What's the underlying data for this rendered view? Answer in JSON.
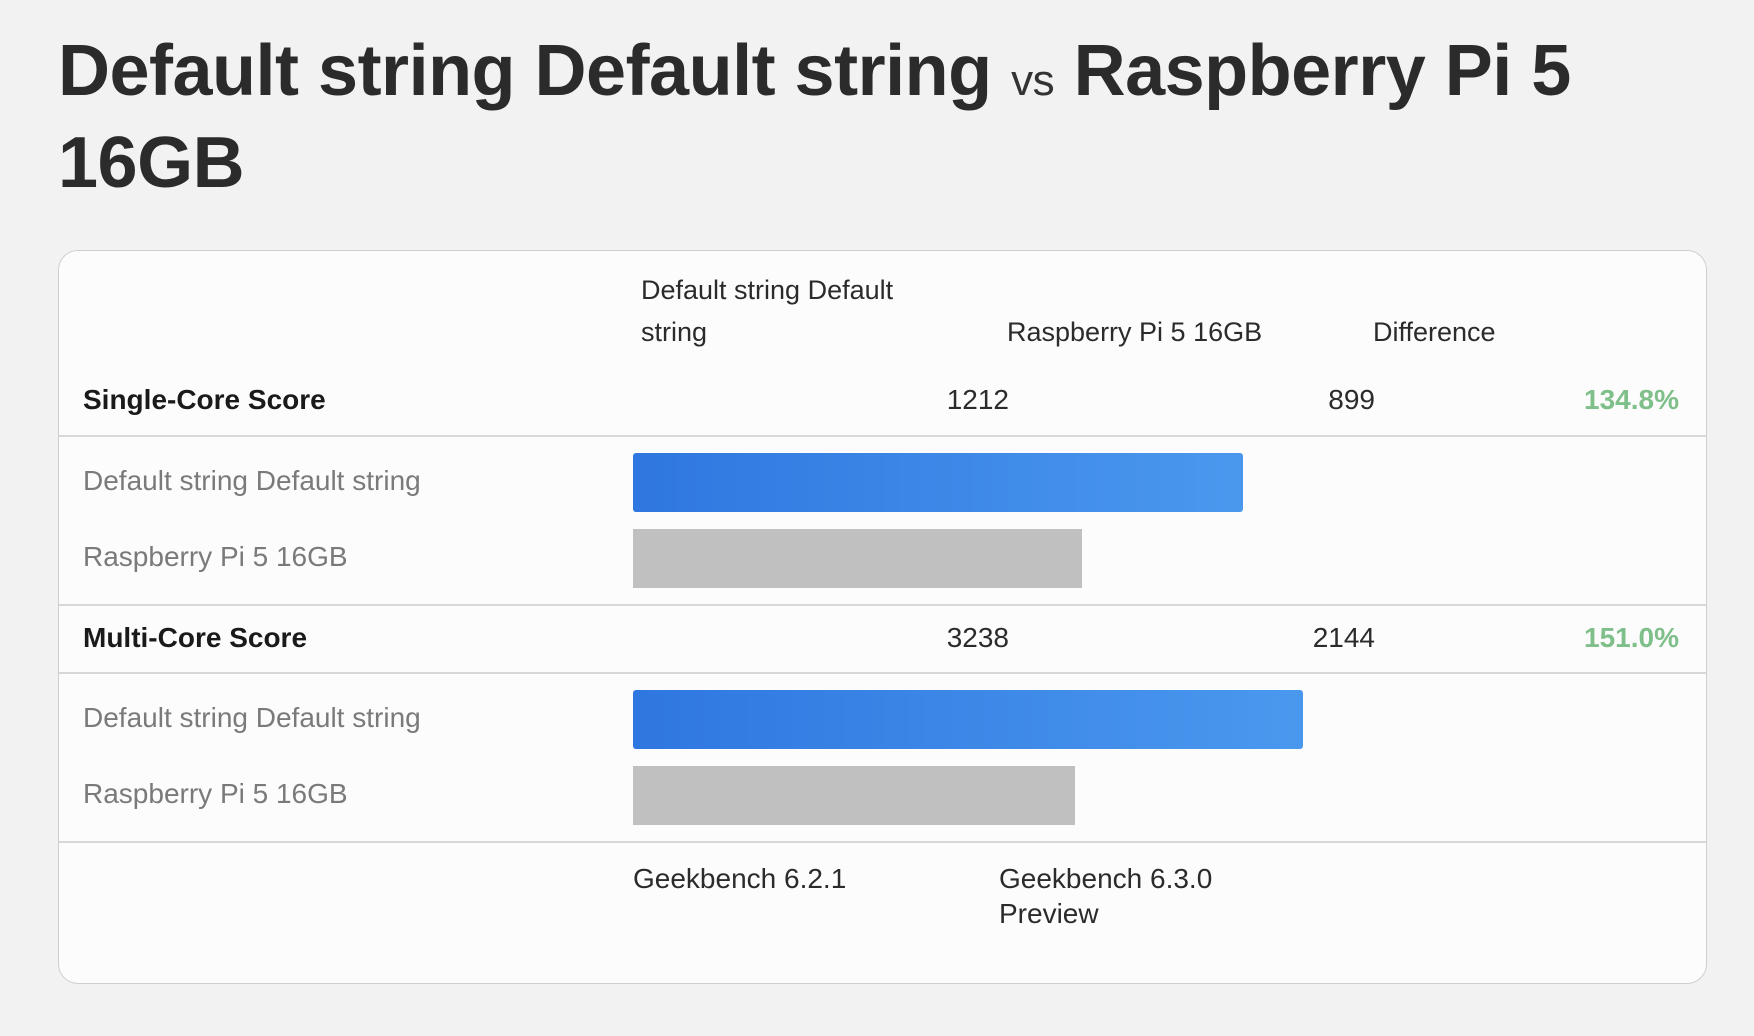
{
  "title": {
    "device_a": "Default string Default string",
    "vs": "vs",
    "device_b": "Raspberry Pi 5 16GB"
  },
  "table": {
    "headers": {
      "device_a": "Default string Default string",
      "device_b": "Raspberry Pi 5 16GB",
      "difference": "Difference"
    },
    "sections": [
      {
        "label": "Single-Core Score",
        "score_a": "1212",
        "score_b": "899",
        "difference": "134.8%",
        "bar_label_a": "Default string Default string",
        "bar_label_b": "Raspberry Pi 5 16GB"
      },
      {
        "label": "Multi-Core Score",
        "score_a": "3238",
        "score_b": "2144",
        "difference": "151.0%",
        "bar_label_a": "Default string Default string",
        "bar_label_b": "Raspberry Pi 5 16GB"
      }
    ],
    "footer": {
      "version_a": "Geekbench 6.2.1",
      "version_b": "Geekbench 6.3.0 Preview"
    }
  },
  "colors": {
    "primary_bar": "#3a86e8",
    "secondary_bar": "#c0c0c0",
    "difference_positive": "#7fbf8a"
  },
  "bars": {
    "single_core": {
      "a_fraction": 0.91,
      "b_fraction": 0.67
    },
    "multi_core": {
      "a_fraction": 1.0,
      "b_fraction": 0.66
    }
  }
}
